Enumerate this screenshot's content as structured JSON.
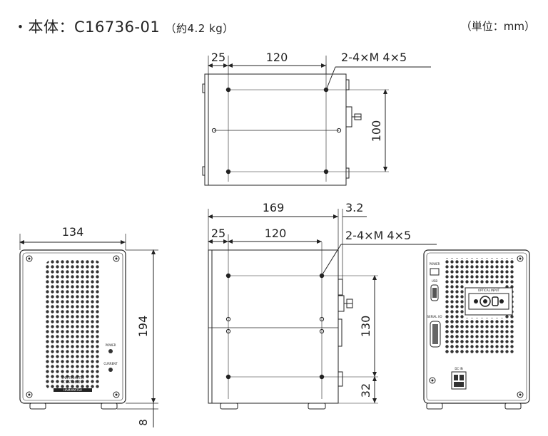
{
  "header": {
    "bullet": "・",
    "body_label": "本体：",
    "model": "C16736-01",
    "weight": "（約4.2 kg）",
    "unit_note": "（単位：mm）"
  },
  "top_view": {
    "dim_left_margin": "25",
    "dim_hole_pitch_x": "120",
    "dim_hole_pitch_y": "100",
    "screw_callout": "2-4×M  4×5"
  },
  "side_view": {
    "dim_total_length": "169",
    "dim_connector": "3.2",
    "dim_left_margin": "25",
    "dim_hole_pitch_x": "120",
    "screw_callout": "2-4×M  4×5",
    "dim_hole_pitch_y": "130",
    "dim_bottom_offset": "32"
  },
  "front_view": {
    "dim_width": "134",
    "dim_height": "194",
    "dim_foot": "8",
    "label_power": "POWER",
    "label_current": "CURRENT",
    "label_product": "SPECTROMETER",
    "label_model": "C16736-01",
    "label_brand": "HAMAMATSU"
  },
  "rear_view": {
    "label_power": "POWER",
    "label_usb": "USB",
    "label_serial": "SERIAL I/O",
    "label_optical": "OPTICAL INPUT",
    "label_dc": "DC IN"
  }
}
